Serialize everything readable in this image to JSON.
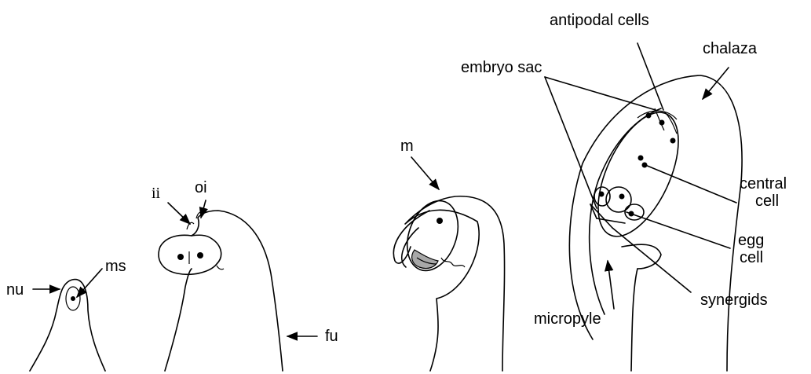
{
  "labels": {
    "nu": "nu",
    "ms": "ms",
    "ii": "ii",
    "oi": "oi",
    "fu": "fu",
    "m": "m",
    "embryo_sac": "embryo sac",
    "antipodal_cells": "antipodal cells",
    "chalaza": "chalaza",
    "central_cell_1": "central",
    "central_cell_2": "cell",
    "egg_cell_1": "egg",
    "egg_cell_2": "cell",
    "micropyle": "micropyle",
    "synergids": "synergids"
  }
}
